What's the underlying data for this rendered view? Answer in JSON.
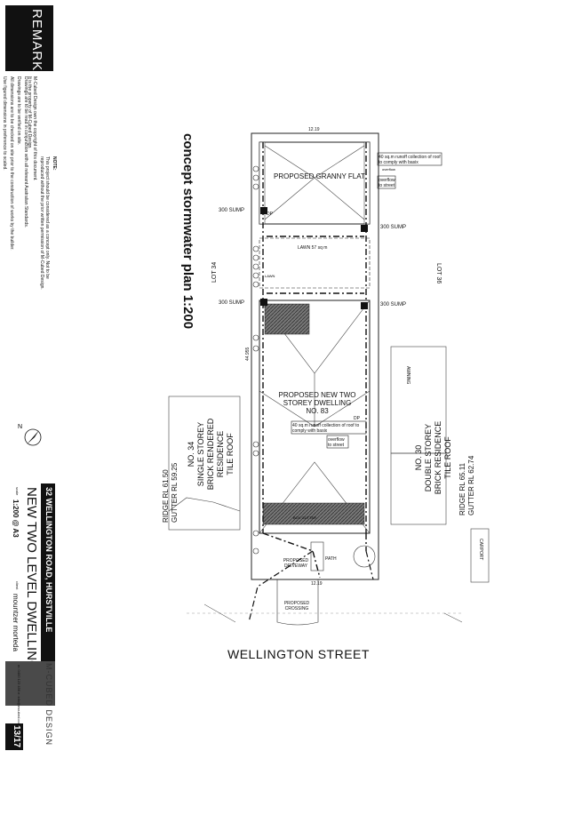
{
  "remarks": {
    "heading": "REMARKS:",
    "copyright_note": "M-Cubed Design own the copyright of this document. It is the property of M-Cubed Design.",
    "notes": [
      "Drawings are to be read in conjunction with all relevant Australian Standards.",
      "Drawings are to be verified on site.",
      "All dimensions are to be checked on site prior to the construction of works by the builder.",
      "Use figured dimensions in preference to scaled."
    ],
    "note_heading": "NOTE:",
    "note_text": "This project should be considered as a concept only. Not to be reproduced without the prior written permission of M-Cubed Design."
  },
  "plan": {
    "title": "concept stormwater plan 1:200",
    "street": "WELLINGTON STREET",
    "lot_left": "LOT 34",
    "lot_right": "LOT 36",
    "granny_flat": "PROPOSED GRANNY FLAT",
    "dwelling_line1": "PROPOSED NEW TWO",
    "dwelling_line2": "STOREY DWELLING",
    "dwelling_line3": "NO. 83",
    "lawn_label": "LAWN 57 sq m",
    "sump_labels": [
      "300 SUMP",
      "300 SUMP",
      "300 SUMP"
    ],
    "runoff_note_top": "40 sq.m runoff collection of roof to comply with basix",
    "runoff_note_mid": "40 sq.m runoff collection of roof to comply with basix",
    "overflow_top": "overflow to street",
    "overflow_mid": "overflow to street",
    "dim_top": "12.19",
    "dim_bottom": "12.19",
    "dim_side": "44.955",
    "driveway": "PROPOSED DRIVEWAY",
    "path": "PATH",
    "crossing": "PROPOSED CROSSING",
    "carport": "CARPORT",
    "awning": "AWNING",
    "dp": "DP",
    "neighbour_left": [
      "NO. 34",
      "SINGLE STOREY",
      "BRICK RENDERED",
      "RESIDENCE",
      "TILE ROOF"
    ],
    "neighbour_left_rl": [
      "RIDGE RL 61.50",
      "GUTTER RL 59.25"
    ],
    "neighbour_right": [
      "NO. 30",
      "DOUBLE STOREY",
      "BRICK RESIDENCE",
      "TILE ROOF"
    ],
    "neighbour_right_rl": [
      "RIDGE RL 65.11",
      "GUTTER RL 62.74"
    ]
  },
  "title_block": {
    "address": "32 WELLINGTON ROAD, HURSTVILLE",
    "project": "NEW TWO LEVEL DWELLING",
    "scale_label": "scale",
    "scale": "1:200 @ A3",
    "client_label": "client",
    "client": "mountzer morteda",
    "firm": "M-CUBED DESIGN",
    "contact": "m: 0400 123 456  e: info@mcubed.com.au",
    "sheet": "13/17"
  },
  "colors": {
    "ink": "#111111",
    "line": "#222222",
    "hatch": "#555555",
    "brand_box": "#4a4a4a",
    "brand_accent": "#c9a227"
  }
}
